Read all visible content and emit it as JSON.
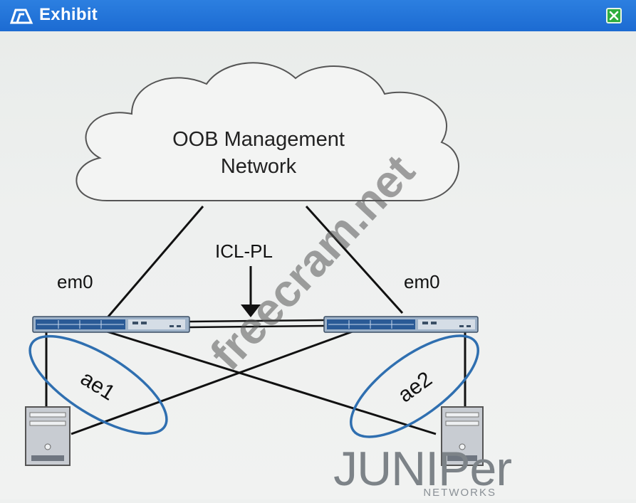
{
  "window": {
    "title": "Exhibit",
    "close_icon": "close-x-icon",
    "title_icon": "exhibit-icon"
  },
  "diagram": {
    "cloud_label_line1": "OOB Management",
    "cloud_label_line2": "Network",
    "icl_label": "ICL-PL",
    "em0_left": "em0",
    "em0_right": "em0",
    "ae_left": "ae1",
    "ae_right": "ae2",
    "lag_color": "#2f6fb0"
  },
  "watermark": "freecram.net",
  "brand": {
    "name": "JUNIPer",
    "sub": "NETWORKS"
  }
}
